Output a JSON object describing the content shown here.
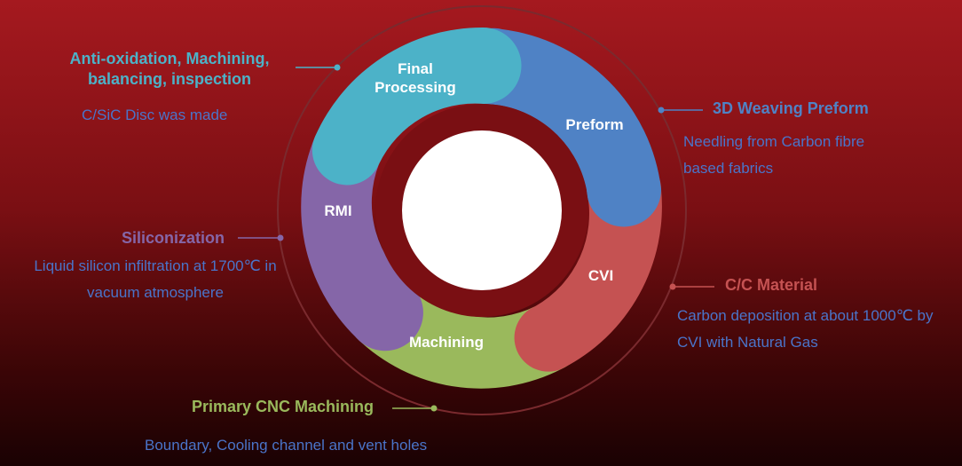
{
  "colors": {
    "final_processing": "#4cb2c8",
    "preform": "#4f82c5",
    "cvi": "#c55252",
    "machining": "#9ab95c",
    "rmi": "#8566a8",
    "description_text": "#4a74c9"
  },
  "cycle": {
    "final_processing": "Final Processing",
    "preform": "Preform",
    "cvi": "CVI",
    "machining": "Machining",
    "rmi": "RMI"
  },
  "annotations": {
    "final_processing": {
      "title": "Anti-oxidation, Machining, balancing, inspection",
      "desc": "C/SiC Disc was made"
    },
    "preform": {
      "title": "3D Weaving Preform",
      "desc": "Needling from Carbon fibre based fabrics"
    },
    "rmi": {
      "title": "Siliconization",
      "desc": "Liquid silicon infiltration at 1700℃ in vacuum atmosphere"
    },
    "cvi": {
      "title": "C/C Material",
      "desc": "Carbon deposition at about 1000℃ by CVI with Natural Gas"
    },
    "machining": {
      "title": "Primary CNC Machining",
      "desc": "Boundary, Cooling channel and vent holes"
    }
  }
}
